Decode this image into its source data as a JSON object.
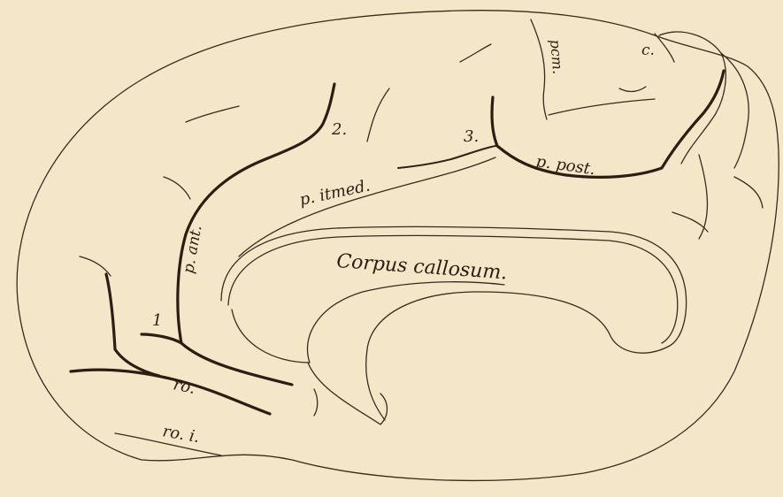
{
  "figure": {
    "labels": {
      "corpus_callosum": "Corpus callosum.",
      "p_itmed": "p. itmed.",
      "p_post": "p. post.",
      "p_ant": "p. ant.",
      "pcm": "pcm.",
      "c": "c.",
      "num_1": "1",
      "num_2": "2.",
      "num_3": "3.",
      "ro": "ro.",
      "ro_i": "ro. i."
    }
  }
}
